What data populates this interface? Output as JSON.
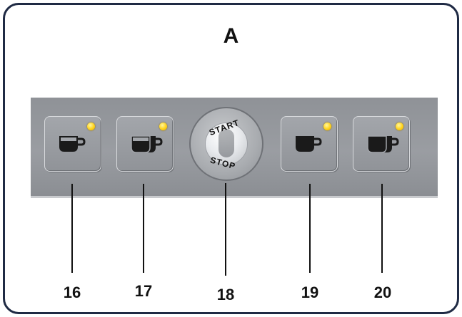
{
  "diagram": {
    "title": "A",
    "knob": {
      "top_label": "START",
      "bottom_label": "STOP"
    },
    "buttons": [
      {
        "number": "16",
        "icon": "single-cup-icon",
        "led": "on"
      },
      {
        "number": "17",
        "icon": "double-cup-icon",
        "led": "on"
      },
      {
        "number": "19",
        "icon": "single-cup-icon",
        "led": "on"
      },
      {
        "number": "20",
        "icon": "double-cup-icon",
        "led": "on"
      }
    ],
    "knob_number": "18",
    "colors": {
      "led": "#ffd21a",
      "panel": "#9a9da2",
      "frame": "#1f2a44"
    }
  }
}
